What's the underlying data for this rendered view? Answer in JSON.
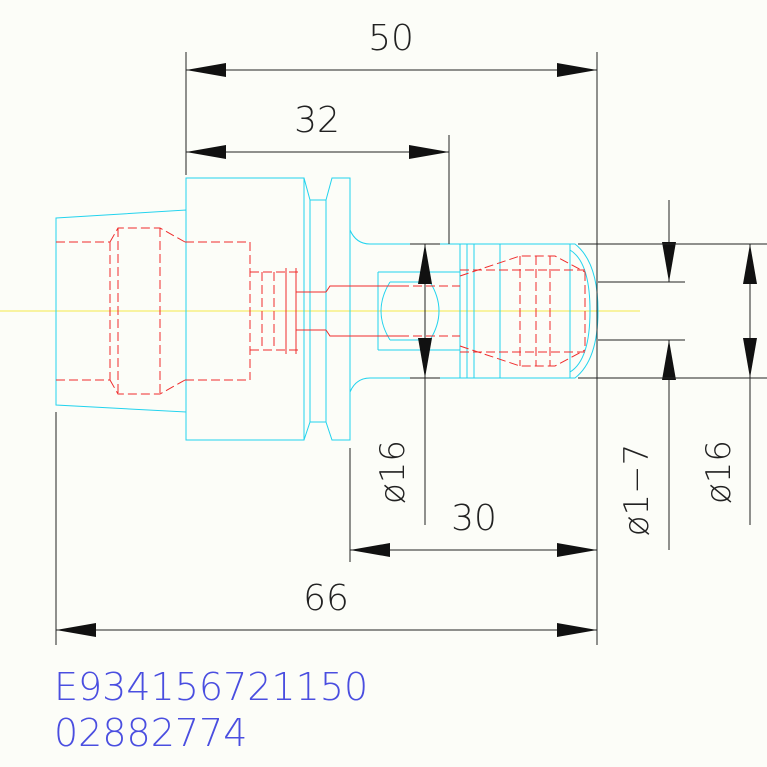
{
  "dimensions": {
    "overall_length": "50",
    "shank_length": "32",
    "nose_length": "30",
    "total_length": "66",
    "diameter_body": "ø16",
    "diameter_clamp_range": "ø1−7",
    "diameter_nose": "ø16"
  },
  "part_codes": {
    "article_number": "E934156721150",
    "order_number": "02882774"
  },
  "colors": {
    "outline": "#22d3ee",
    "hidden_lines": "#ef2b2b",
    "center_axis": "#f4e94a",
    "dimension_lines": "#222222",
    "code_text": "#4a4ee0"
  }
}
